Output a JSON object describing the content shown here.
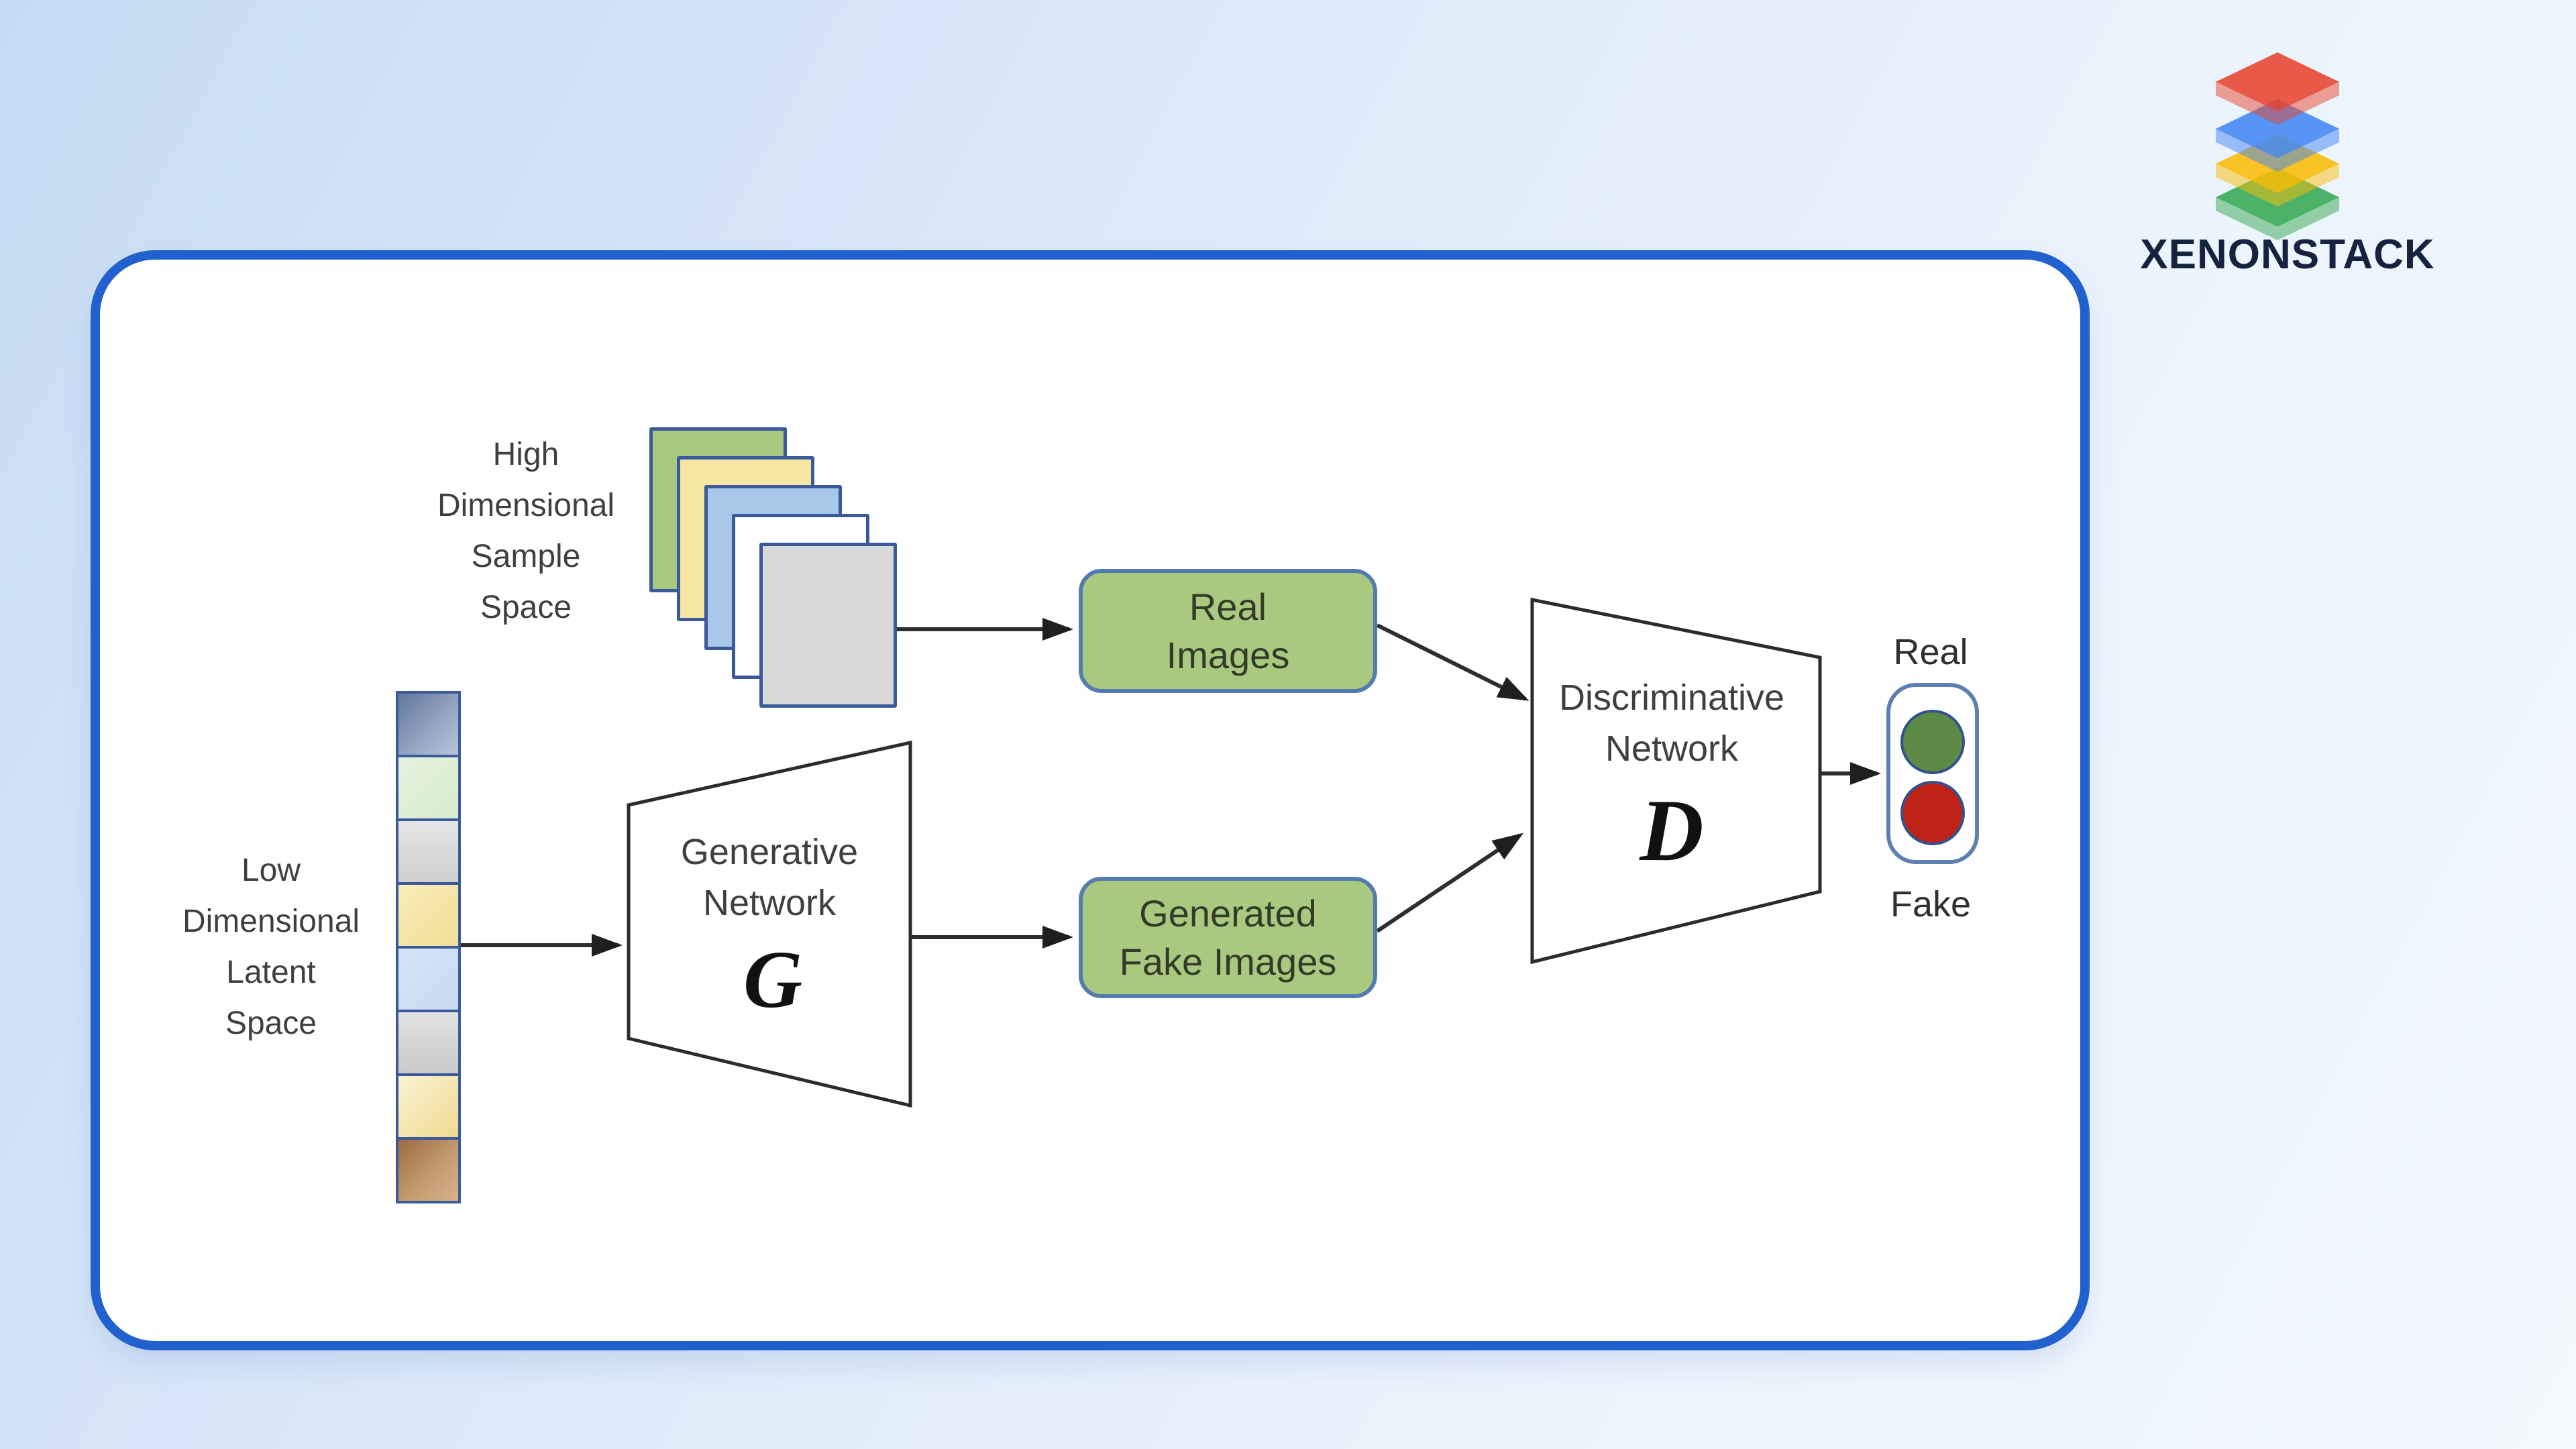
{
  "brand": {
    "name": "XENONSTACK",
    "logo_layer_colors": {
      "top": "#e8432e",
      "second": "#4286f5",
      "third": "#fbbc07",
      "bottom": "#36a852"
    }
  },
  "palette": {
    "background_top_left": "#c7dcf3",
    "background_bottom_right": "#f4f9fe",
    "card_background": "#ffffff",
    "card_border": "#2161cf",
    "shape_border_blue": "#3a5a9b",
    "green_box_fill": "#a9c980",
    "green_box_border": "#527bae",
    "arrow_color": "#2e2e2e",
    "trapezoid_border": "#2b2b2b",
    "real_light_green": "#5d8a44",
    "fake_light_red": "#bf2318",
    "label_text": "#3f3f3f"
  },
  "diagram": {
    "high_dimensional_label": {
      "line1": "High",
      "line2": "Dimensional",
      "line3": "Sample",
      "line4": "Space"
    },
    "low_dimensional_label": {
      "line1": "Low",
      "line2": "Dimensional",
      "line3": "Latent",
      "line4": "Space"
    },
    "sample_stack_colors": [
      "#a8c87e",
      "#f6e6a2",
      "#a9c7e9",
      "#ffffff",
      "#d9d9d9"
    ],
    "latent_segment_colors": [
      "#7487ab",
      "#ddeed4",
      "#d8d8d8",
      "#f3e39f",
      "#cfdff4",
      "#d4d4d4",
      "#f5e8b8",
      "#b98a5e"
    ],
    "generator": {
      "title_line1": "Generative",
      "title_line2": "Network",
      "symbol": "G"
    },
    "discriminator": {
      "title_line1": "Discriminative",
      "title_line2": "Network",
      "symbol": "D"
    },
    "real_images_box": {
      "line1": "Real",
      "line2": "Images"
    },
    "generated_images_box": {
      "line1": "Generated",
      "line2": "Fake Images"
    },
    "output_indicator": {
      "top_label": "Real",
      "bottom_label": "Fake"
    }
  }
}
